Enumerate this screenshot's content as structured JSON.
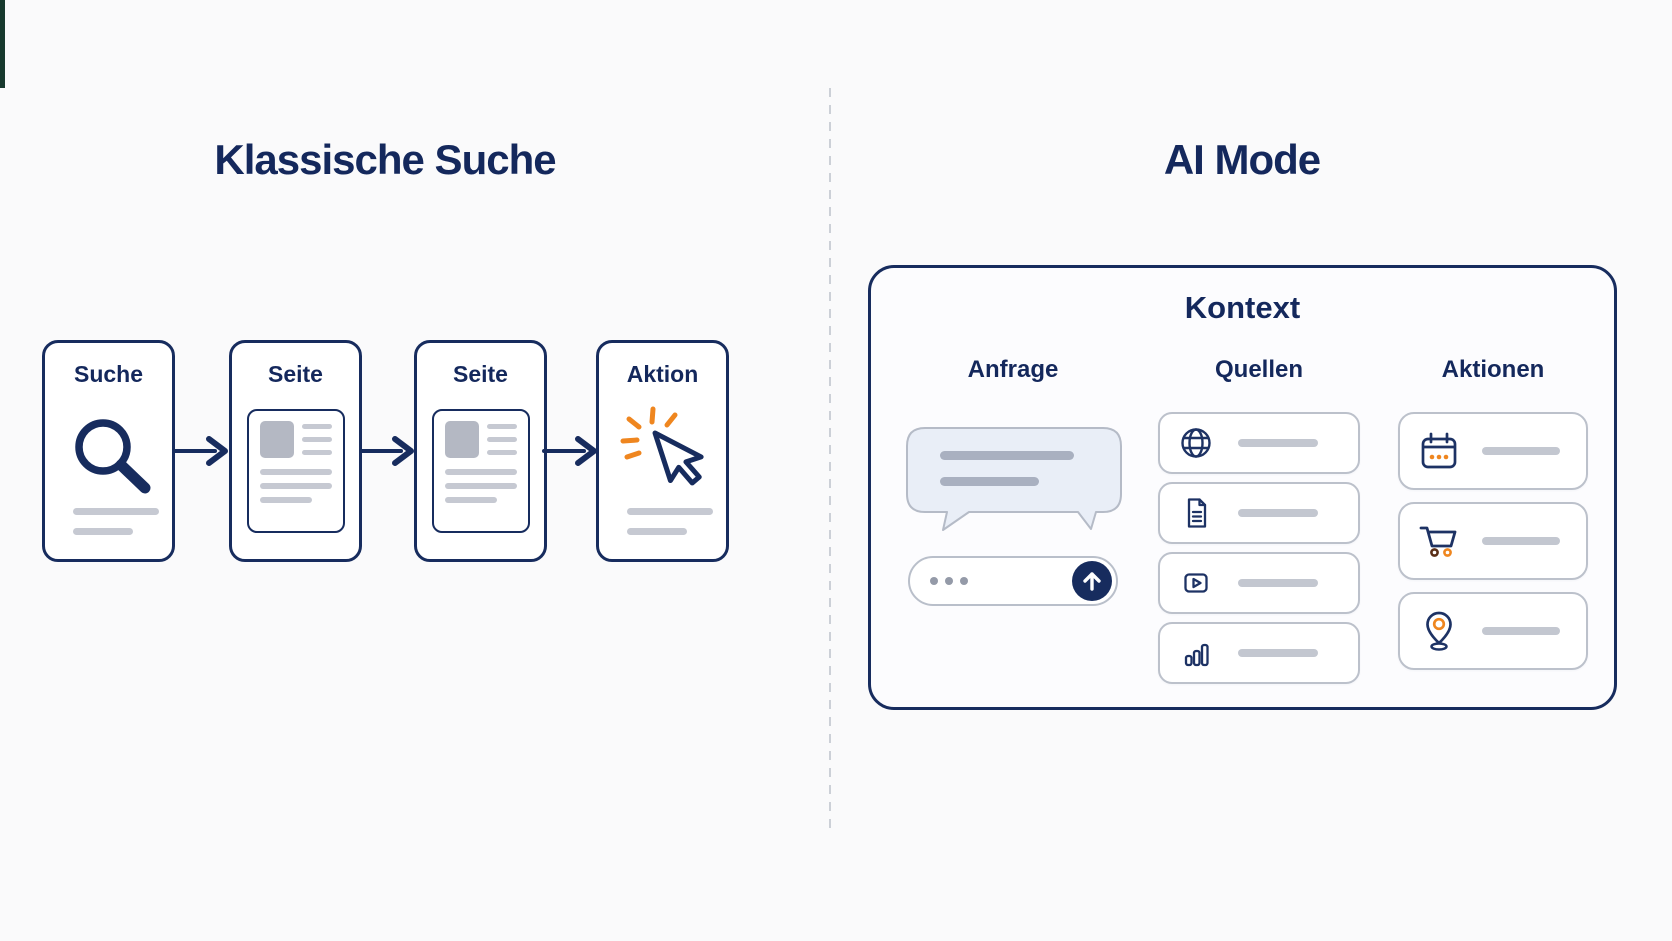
{
  "colors": {
    "navy": "#172c5e",
    "orange": "#ef861f",
    "bar_gray": "#c3c7d0",
    "bubble_bar_gray": "#a9b0c0",
    "card_border_gray": "#bcc1cb",
    "bubble_fill": "#e9eef7",
    "cart_wheel_left": "#5a2e16",
    "background": "#fafafb"
  },
  "left_panel": {
    "title": "Klassische Suche",
    "steps": [
      {
        "label": "Suche",
        "icon": "magnifier-icon"
      },
      {
        "label": "Seite",
        "icon": "page-thumbnail"
      },
      {
        "label": "Seite",
        "icon": "page-thumbnail"
      },
      {
        "label": "Aktion",
        "icon": "cursor-click-icon"
      }
    ]
  },
  "right_panel": {
    "title": "AI Mode",
    "kontext_box": {
      "heading": "Kontext",
      "anfrage": {
        "label": "Anfrage",
        "elements": [
          "chat-bubble",
          "input-pill"
        ],
        "input": {
          "icon": "send-up-arrow-icon"
        }
      },
      "quellen": {
        "label": "Quellen",
        "items": [
          {
            "icon": "globe-icon"
          },
          {
            "icon": "document-icon"
          },
          {
            "icon": "video-icon"
          },
          {
            "icon": "bar-chart-icon"
          }
        ]
      },
      "aktionen": {
        "label": "Aktionen",
        "items": [
          {
            "icon": "calendar-icon"
          },
          {
            "icon": "shopping-cart-icon"
          },
          {
            "icon": "location-pin-icon"
          }
        ]
      }
    }
  }
}
